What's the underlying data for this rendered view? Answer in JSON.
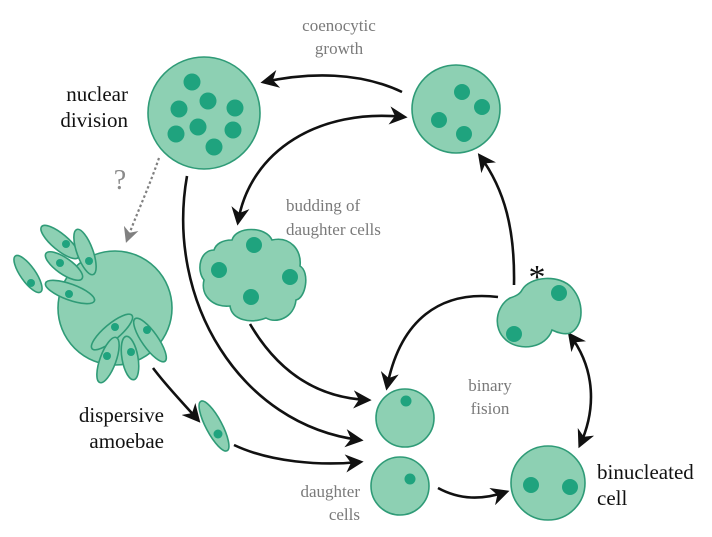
{
  "title": "Life cycle diagram of cell division modes",
  "colors": {
    "cell_fill": "#8dd0b3",
    "cell_stroke": "#2f9b77",
    "nucleus": "#1fa37e",
    "arrow": "#111111",
    "dotted_arrow": "#808080",
    "label_primary": "#111111",
    "label_secondary": "#7a7a7a"
  },
  "labels": {
    "nuclear_division": [
      "nuclear",
      "division"
    ],
    "coenocytic_growth": [
      "coenocytic",
      "growth"
    ],
    "budding": [
      "budding of",
      "daughter cells"
    ],
    "dispersive_amoebae": [
      "dispersive",
      "amoebae"
    ],
    "binary_fission": [
      "binary",
      "fision"
    ],
    "daughter_cells": [
      "daughter",
      "cells"
    ],
    "binucleated_cell": [
      "binucleated",
      "cell"
    ],
    "question_mark": "?",
    "asterisk": "*"
  },
  "stages": [
    {
      "id": "multinucleate",
      "nuclei": 8
    },
    {
      "id": "coenocyte",
      "nuclei": 4
    },
    {
      "id": "budding-cell",
      "nuclei": 4
    },
    {
      "id": "amoebae-cluster",
      "nuclei": 8
    },
    {
      "id": "dispersive-amoeba",
      "nuclei": 1
    },
    {
      "id": "daughter-cell-top",
      "nuclei": 1
    },
    {
      "id": "daughter-cell-bottom",
      "nuclei": 1
    },
    {
      "id": "binucleated",
      "nuclei": 2
    },
    {
      "id": "dividing-cell",
      "nuclei": 2
    }
  ],
  "transitions": [
    {
      "from": "coenocyte",
      "to": "multinucleate",
      "label": "coenocytic growth"
    },
    {
      "from": "coenocyte",
      "to": "budding-cell",
      "type": "bidirectional"
    },
    {
      "from": "multinucleate",
      "to": "amoebae-cluster",
      "style": "dotted",
      "label": "?"
    },
    {
      "from": "multinucleate",
      "to": "daughter-cell-bottom"
    },
    {
      "from": "budding-cell",
      "to": "daughter-cell-top"
    },
    {
      "from": "amoebae-cluster",
      "to": "dispersive-amoeba"
    },
    {
      "from": "dispersive-amoeba",
      "to": "daughter-cell-bottom"
    },
    {
      "from": "daughter-cell-bottom",
      "to": "binucleated"
    },
    {
      "from": "binucleated",
      "to": "dividing-cell",
      "type": "bidirectional"
    },
    {
      "from": "dividing-cell",
      "to": "coenocyte"
    },
    {
      "from": "dividing-cell",
      "to": "daughter-cell-top",
      "label": "binary fision"
    }
  ]
}
